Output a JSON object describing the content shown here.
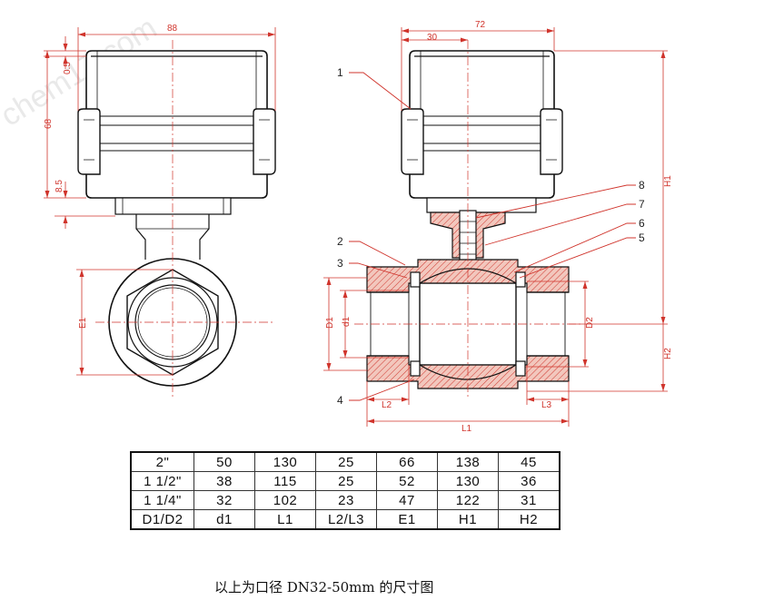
{
  "dimensions": {
    "front_width": "88",
    "side_total_width": "72",
    "side_half_width": "30",
    "top_gap": "0.5",
    "actuator_height": "68",
    "bottom_gap": "8.5",
    "e1": "E1",
    "d1_upper": "D1",
    "d1_lower": "d1",
    "d2": "D2",
    "h1": "H1",
    "h2": "H2",
    "l1": "L1",
    "l2": "L2",
    "l3": "L3"
  },
  "callouts": [
    "1",
    "2",
    "3",
    "4",
    "5",
    "6",
    "7",
    "8"
  ],
  "table": {
    "rows": [
      [
        "2\"",
        "50",
        "130",
        "25",
        "66",
        "138",
        "45"
      ],
      [
        "1 1/2\"",
        "38",
        "115",
        "25",
        "52",
        "130",
        "36"
      ],
      [
        "1 1/4\"",
        "32",
        "102",
        "23",
        "47",
        "122",
        "31"
      ],
      [
        "D1/D2",
        "d1",
        "L1",
        "L2/L3",
        "E1",
        "H1",
        "H2"
      ]
    ]
  },
  "caption": "以上为口径 DN32-50mm 的尺寸图",
  "watermark": "chem17.com",
  "colors": {
    "dimension": "#d0342c",
    "section_fill": "#f2c7bd",
    "outline": "#111111"
  }
}
